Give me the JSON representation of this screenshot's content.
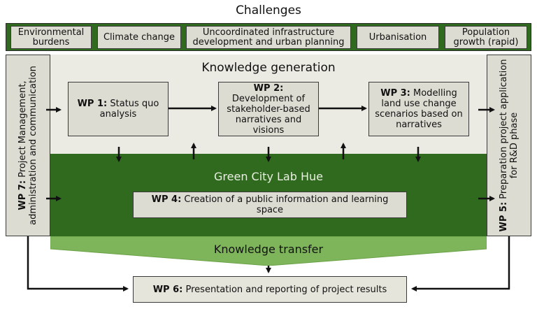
{
  "challenges": {
    "title": "Challenges",
    "items": [
      "Environmental burdens",
      "Climate change",
      "Uncoordinated infrastructure development and urban planning",
      "Urbanisation",
      "Population growth (rapid)"
    ]
  },
  "knowledge_generation": {
    "title": "Knowledge generation"
  },
  "green_city_lab": {
    "title": "Green City Lab Hue"
  },
  "knowledge_transfer": {
    "title": "Knowledge transfer"
  },
  "work_packages": {
    "wp1": {
      "id": "WP 1:",
      "text": "Status quo analysis"
    },
    "wp2": {
      "id": "WP 2:",
      "text": "Development of stakeholder-based narratives and visions"
    },
    "wp3": {
      "id": "WP 3:",
      "text": "Modelling land use change scenarios based on narratives"
    },
    "wp4": {
      "id": "WP 4:",
      "text": "Creation of a public information and learning space"
    },
    "wp5": {
      "id": "WP 5:",
      "text": "Preparation project application for R&D phase"
    },
    "wp6": {
      "id": "WP 6:",
      "text": "Presentation and reporting of project results"
    },
    "wp7": {
      "id": "WP 7:",
      "text": "Project Management, administration and communication"
    }
  },
  "colors": {
    "dark_green": "#2f6a1e",
    "light_green": "#7fb55a",
    "box_grey": "#dcdcd2",
    "panel_grey": "#ebebe4"
  }
}
